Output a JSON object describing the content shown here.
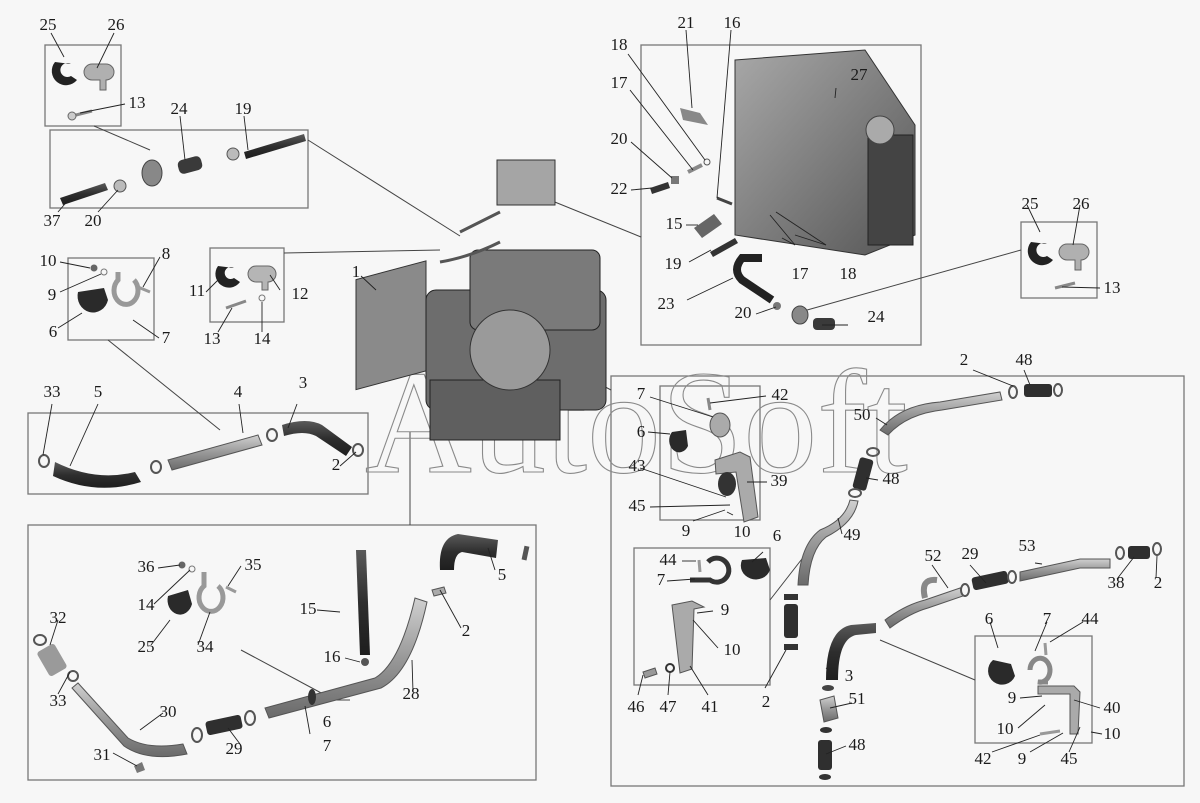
{
  "diagram": {
    "type": "exploded-parts-diagram",
    "watermark": "AutoSoft",
    "colors": {
      "background": "#f7f7f7",
      "frame": "#777777",
      "leader": "#333333",
      "hose_dark": "#3a3a3a",
      "pipe_light": "#9a9a9a",
      "metal": "#b5b5b5",
      "watermark": "#8a8a8a"
    },
    "groups": [
      {
        "id": "clamp-top-left",
        "labels": [
          "25",
          "26",
          "13"
        ]
      },
      {
        "id": "fuel-filter-line",
        "labels": [
          "24",
          "19",
          "37",
          "20"
        ]
      },
      {
        "id": "clamp-bracket-left",
        "labels": [
          "10",
          "9",
          "8",
          "6",
          "7"
        ]
      },
      {
        "id": "clamp-small-center",
        "labels": [
          "11",
          "12",
          "13",
          "14"
        ]
      },
      {
        "id": "main-assembly",
        "labels": [
          "1"
        ]
      },
      {
        "id": "coolant-hoses-left",
        "labels": [
          "33",
          "5",
          "4",
          "3",
          "2"
        ]
      },
      {
        "id": "fuel-tank",
        "labels": [
          "21",
          "16",
          "18",
          "17",
          "20",
          "22",
          "27",
          "15",
          "19",
          "23",
          "17",
          "18",
          "20",
          "24"
        ]
      },
      {
        "id": "clamp-top-right",
        "labels": [
          "25",
          "26",
          "13"
        ]
      },
      {
        "id": "pipe-assembly-bottom-left",
        "labels": [
          "36",
          "14",
          "35",
          "25",
          "34",
          "32",
          "33",
          "30",
          "31",
          "29",
          "15",
          "16",
          "6",
          "7",
          "28",
          "2",
          "5"
        ]
      },
      {
        "id": "pipe-assembly-right",
        "labels": [
          "2",
          "48",
          "50",
          "48",
          "49",
          "52",
          "29",
          "53",
          "38",
          "2",
          "3",
          "51",
          "48",
          "2"
        ]
      },
      {
        "id": "bracket-39",
        "labels": [
          "7",
          "42",
          "6",
          "43",
          "39",
          "45",
          "9",
          "10"
        ]
      },
      {
        "id": "bracket-41",
        "labels": [
          "44",
          "6",
          "7",
          "9",
          "10",
          "46",
          "47",
          "41"
        ]
      },
      {
        "id": "bracket-40",
        "labels": [
          "6",
          "7",
          "44",
          "9",
          "40",
          "10",
          "42",
          "9",
          "45",
          "10"
        ]
      }
    ]
  },
  "labels": [
    {
      "id": "l1",
      "text": "25",
      "group": "clamp-top-left"
    },
    {
      "id": "l2",
      "text": "26",
      "group": "clamp-top-left"
    },
    {
      "id": "l3",
      "text": "13",
      "group": "clamp-top-left"
    },
    {
      "id": "l4",
      "text": "24",
      "group": "fuel-filter-line"
    },
    {
      "id": "l5",
      "text": "19",
      "group": "fuel-filter-line"
    },
    {
      "id": "l6",
      "text": "37",
      "group": "fuel-filter-line"
    },
    {
      "id": "l7",
      "text": "20",
      "group": "fuel-filter-line"
    },
    {
      "id": "l8",
      "text": "10",
      "group": "clamp-bracket-left"
    },
    {
      "id": "l9",
      "text": "8",
      "group": "clamp-bracket-left"
    },
    {
      "id": "l10",
      "text": "9",
      "group": "clamp-bracket-left"
    },
    {
      "id": "l11",
      "text": "6",
      "group": "clamp-bracket-left"
    },
    {
      "id": "l12",
      "text": "7",
      "group": "clamp-bracket-left"
    },
    {
      "id": "l13",
      "text": "11",
      "group": "clamp-small-center"
    },
    {
      "id": "l14",
      "text": "12",
      "group": "clamp-small-center"
    },
    {
      "id": "l15",
      "text": "13",
      "group": "clamp-small-center"
    },
    {
      "id": "l16",
      "text": "14",
      "group": "clamp-small-center"
    },
    {
      "id": "l17",
      "text": "1",
      "group": "main-assembly"
    },
    {
      "id": "l18",
      "text": "33",
      "group": "coolant-hoses-left"
    },
    {
      "id": "l19",
      "text": "5",
      "group": "coolant-hoses-left"
    },
    {
      "id": "l20",
      "text": "4",
      "group": "coolant-hoses-left"
    },
    {
      "id": "l21",
      "text": "3",
      "group": "coolant-hoses-left"
    },
    {
      "id": "l22",
      "text": "2",
      "group": "coolant-hoses-left"
    },
    {
      "id": "l23",
      "text": "21",
      "group": "fuel-tank"
    },
    {
      "id": "l24",
      "text": "16",
      "group": "fuel-tank"
    },
    {
      "id": "l25",
      "text": "18",
      "group": "fuel-tank"
    },
    {
      "id": "l26",
      "text": "17",
      "group": "fuel-tank"
    },
    {
      "id": "l27",
      "text": "20",
      "group": "fuel-tank"
    },
    {
      "id": "l28",
      "text": "22",
      "group": "fuel-tank"
    },
    {
      "id": "l29",
      "text": "27",
      "group": "fuel-tank"
    },
    {
      "id": "l30",
      "text": "15",
      "group": "fuel-tank"
    },
    {
      "id": "l31",
      "text": "19",
      "group": "fuel-tank"
    },
    {
      "id": "l32",
      "text": "17",
      "group": "fuel-tank"
    },
    {
      "id": "l33",
      "text": "18",
      "group": "fuel-tank"
    },
    {
      "id": "l34",
      "text": "23",
      "group": "fuel-tank"
    },
    {
      "id": "l35",
      "text": "20",
      "group": "fuel-tank"
    },
    {
      "id": "l36",
      "text": "24",
      "group": "fuel-tank"
    },
    {
      "id": "l37",
      "text": "25",
      "group": "clamp-top-right"
    },
    {
      "id": "l38",
      "text": "26",
      "group": "clamp-top-right"
    },
    {
      "id": "l39",
      "text": "13",
      "group": "clamp-top-right"
    },
    {
      "id": "l40",
      "text": "2",
      "group": "pipe-assembly-right"
    },
    {
      "id": "l41",
      "text": "48",
      "group": "pipe-assembly-right"
    },
    {
      "id": "l42",
      "text": "7",
      "group": "bracket-39"
    },
    {
      "id": "l43",
      "text": "42",
      "group": "bracket-39"
    },
    {
      "id": "l44",
      "text": "50",
      "group": "pipe-assembly-right"
    },
    {
      "id": "l45",
      "text": "6",
      "group": "bracket-39"
    },
    {
      "id": "l46",
      "text": "48",
      "group": "pipe-assembly-right"
    },
    {
      "id": "l47",
      "text": "43",
      "group": "bracket-39"
    },
    {
      "id": "l48",
      "text": "39",
      "group": "bracket-39"
    },
    {
      "id": "l49",
      "text": "45",
      "group": "bracket-39"
    },
    {
      "id": "l50",
      "text": "49",
      "group": "pipe-assembly-right"
    },
    {
      "id": "l51",
      "text": "9",
      "group": "bracket-39"
    },
    {
      "id": "l52",
      "text": "10",
      "group": "bracket-39"
    },
    {
      "id": "l53",
      "text": "44",
      "group": "bracket-41"
    },
    {
      "id": "l54",
      "text": "6",
      "group": "bracket-41"
    },
    {
      "id": "l55",
      "text": "7",
      "group": "bracket-41"
    },
    {
      "id": "l56",
      "text": "52",
      "group": "pipe-assembly-right"
    },
    {
      "id": "l57",
      "text": "29",
      "group": "pipe-assembly-right"
    },
    {
      "id": "l58",
      "text": "53",
      "group": "pipe-assembly-right"
    },
    {
      "id": "l59",
      "text": "38",
      "group": "pipe-assembly-right"
    },
    {
      "id": "l60",
      "text": "2",
      "group": "pipe-assembly-right"
    },
    {
      "id": "l61",
      "text": "9",
      "group": "bracket-41"
    },
    {
      "id": "l62",
      "text": "10",
      "group": "bracket-41"
    },
    {
      "id": "l63",
      "text": "3",
      "group": "pipe-assembly-right"
    },
    {
      "id": "l64",
      "text": "6",
      "group": "bracket-40"
    },
    {
      "id": "l65",
      "text": "7",
      "group": "bracket-40"
    },
    {
      "id": "l66",
      "text": "44",
      "group": "bracket-40"
    },
    {
      "id": "l67",
      "text": "2",
      "group": "pipe-assembly-right"
    },
    {
      "id": "l68",
      "text": "46",
      "group": "bracket-41"
    },
    {
      "id": "l69",
      "text": "47",
      "group": "bracket-41"
    },
    {
      "id": "l70",
      "text": "41",
      "group": "bracket-41"
    },
    {
      "id": "l71",
      "text": "51",
      "group": "pipe-assembly-right"
    },
    {
      "id": "l72",
      "text": "9",
      "group": "bracket-40"
    },
    {
      "id": "l73",
      "text": "40",
      "group": "bracket-40"
    },
    {
      "id": "l74",
      "text": "10",
      "group": "bracket-40"
    },
    {
      "id": "l75",
      "text": "10",
      "group": "bracket-40"
    },
    {
      "id": "l76",
      "text": "42",
      "group": "bracket-40"
    },
    {
      "id": "l77",
      "text": "9",
      "group": "bracket-40"
    },
    {
      "id": "l78",
      "text": "45",
      "group": "bracket-40"
    },
    {
      "id": "l79",
      "text": "48",
      "group": "pipe-assembly-right"
    },
    {
      "id": "l80",
      "text": "36",
      "group": "pipe-assembly-bottom-left"
    },
    {
      "id": "l81",
      "text": "35",
      "group": "pipe-assembly-bottom-left"
    },
    {
      "id": "l82",
      "text": "14",
      "group": "pipe-assembly-bottom-left"
    },
    {
      "id": "l83",
      "text": "15",
      "group": "pipe-assembly-bottom-left"
    },
    {
      "id": "l84",
      "text": "5",
      "group": "pipe-assembly-bottom-left"
    },
    {
      "id": "l85",
      "text": "2",
      "group": "pipe-assembly-bottom-left"
    },
    {
      "id": "l86",
      "text": "32",
      "group": "pipe-assembly-bottom-left"
    },
    {
      "id": "l87",
      "text": "25",
      "group": "pipe-assembly-bottom-left"
    },
    {
      "id": "l88",
      "text": "34",
      "group": "pipe-assembly-bottom-left"
    },
    {
      "id": "l89",
      "text": "16",
      "group": "pipe-assembly-bottom-left"
    },
    {
      "id": "l90",
      "text": "33",
      "group": "pipe-assembly-bottom-left"
    },
    {
      "id": "l91",
      "text": "28",
      "group": "pipe-assembly-bottom-left"
    },
    {
      "id": "l92",
      "text": "30",
      "group": "pipe-assembly-bottom-left"
    },
    {
      "id": "l93",
      "text": "6",
      "group": "pipe-assembly-bottom-left"
    },
    {
      "id": "l94",
      "text": "7",
      "group": "pipe-assembly-bottom-left"
    },
    {
      "id": "l95",
      "text": "29",
      "group": "pipe-assembly-bottom-left"
    },
    {
      "id": "l96",
      "text": "31",
      "group": "pipe-assembly-bottom-left"
    }
  ]
}
